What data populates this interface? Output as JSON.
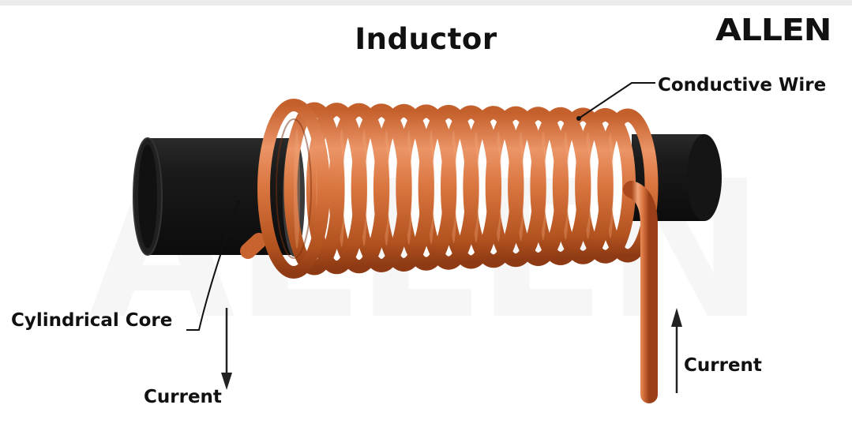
{
  "title": "Inductor",
  "logo": "ALLEN",
  "labels": {
    "conductive_wire": "Conductive Wire",
    "cylindrical_core": "Cylindrical Core",
    "current_left": "Current",
    "current_right": "Current"
  },
  "colors": {
    "copper": "#d9753f",
    "copper_dark": "#9a3f17",
    "copper_light": "#f0a57a",
    "core": "#161616",
    "text": "#111111"
  },
  "coil": {
    "turns": 15
  }
}
